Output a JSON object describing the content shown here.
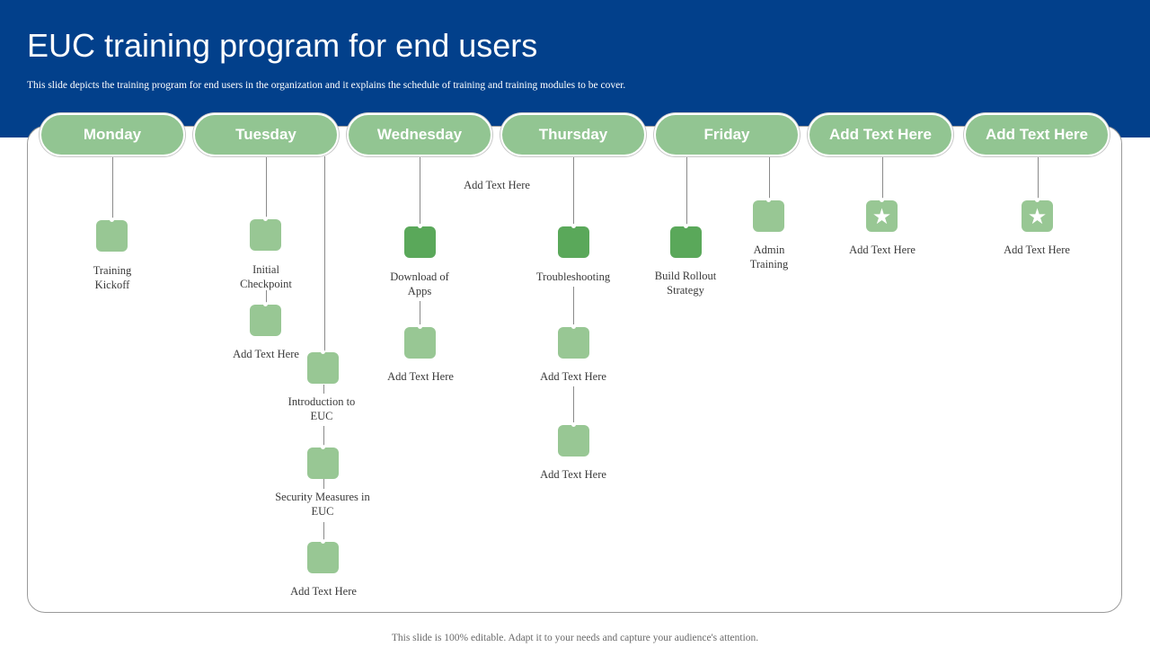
{
  "header": {
    "title": "EUC training program for end users",
    "subtitle": "This slide depicts the training program for end users in the organization and it explains  the schedule of training and training modules to be cover."
  },
  "days": [
    "Monday",
    "Tuesday",
    "Wednesday",
    "Thursday",
    "Friday",
    "Add Text Here",
    "Add Text Here"
  ],
  "tasks": {
    "monday_1": "Training Kickoff",
    "tuesday_1": "Initial Checkpoint",
    "tuesday_2": "Add Text Here",
    "tuesday_3": "Introduction to EUC",
    "tuesday_4": "Security Measures in EUC",
    "tuesday_5": "Add Text Here",
    "wednesday_note": "Add Text Here",
    "wednesday_1": "Download of Apps",
    "wednesday_2": "Add Text Here",
    "thursday_1": "Troubleshooting",
    "thursday_2": "Add Text Here",
    "thursday_3": "Add Text Here",
    "friday_1": "Build Rollout Strategy",
    "friday_2": "Admin Training",
    "day6_1": "Add Text Here",
    "day7_1": "Add Text Here"
  },
  "footer": "This slide is 100% editable. Adapt it to your needs and capture your audience's attention.",
  "colors": {
    "header_band": "#02408b",
    "day_pill": "#92c592",
    "node_light": "#98c794",
    "node_dark": "#5aa85a"
  },
  "icons": {
    "star": "star-icon"
  }
}
